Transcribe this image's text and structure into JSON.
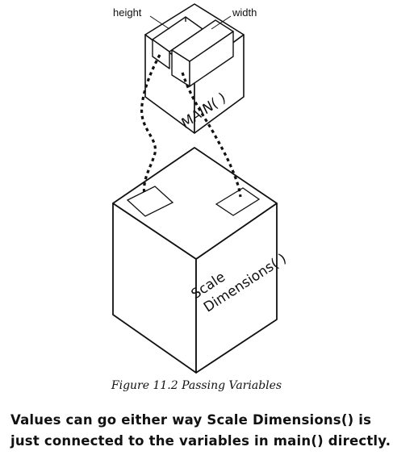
{
  "diagram": {
    "labels": {
      "height": "height",
      "width": "width",
      "main": "MAIN( )",
      "scale_line1": "Scale",
      "scale_line2": "Dimensions( )"
    },
    "colors": {
      "line": "#111111",
      "fill": "#ffffff"
    }
  },
  "caption": "Figure 11.2 Passing Variables",
  "body": {
    "line1": "Values can go either way Scale Dimensions() is",
    "line2": "just connected to the variables in main() directly."
  }
}
